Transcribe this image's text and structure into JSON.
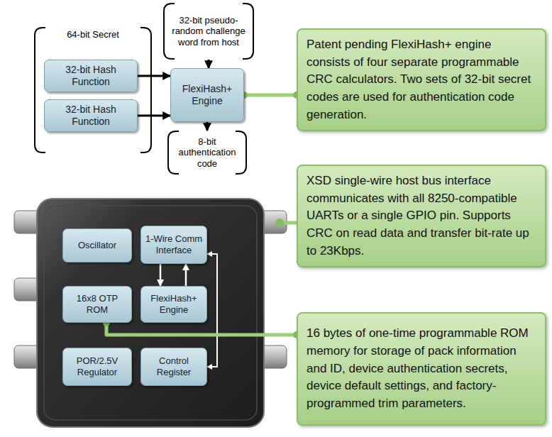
{
  "diagram": {
    "nodes": [
      {
        "text": [
          "64-bit Secret"
        ]
      },
      {
        "text": [
          "32-bit Hash Function"
        ],
        "in": 0
      },
      {
        "text": [
          "32-bit Hash Function"
        ],
        "in": 0
      },
      {
        "text": [
          "32-bit pseudo-random challenge word from host"
        ]
      },
      {
        "text": [
          "FlexiHash+ Engine"
        ]
      },
      {
        "text": [
          "8-bit authentication code"
        ]
      },
      {
        "text": [
          "Patent pending FlexiHash+ engine consists of four separate programmable CRC calculators. Two sets of 32-bit secret codes are used for authentication code generation."
        ]
      },
      {
        "text": [
          "Oscillator"
        ]
      },
      {
        "text": [
          "1-Wire Comm Interface"
        ]
      },
      {
        "text": [
          "16x8 OTP ROM"
        ]
      },
      {
        "text": [
          "FlexiHash+ Engine"
        ]
      },
      {
        "text": [
          "POR/2.5V Regulator"
        ]
      },
      {
        "text": [
          "Control Register"
        ]
      },
      {
        "text": [
          "XSD single-wire host bus interface communicates with all 8250-compatible UARTs or a single GPIO pin. Supports CRC on read data and transfer bit-rate up to 23Kbps."
        ]
      },
      {
        "text": [
          "16 bytes of one-time programmable ROM memory for storage of pack information and ID, device authentication secrets, device default settings, and factory-programmed trim parameters."
        ]
      }
    ],
    "edges": [
      {
        "from": 1,
        "to": 4,
        "arrow": "to"
      },
      {
        "from": 2,
        "to": 4,
        "arrow": "to"
      },
      {
        "from": 3,
        "to": 4,
        "arrow": "to"
      },
      {
        "from": 4,
        "to": 5,
        "arrow": "to"
      },
      {
        "from": 6,
        "to": 4,
        "arrow": "none"
      },
      {
        "from": 8,
        "to": 10,
        "arrow": "to"
      },
      {
        "from": 10,
        "to": 8,
        "arrow": "to"
      },
      {
        "from": 8,
        "to": 12,
        "arrow": "both"
      },
      {
        "from": 14,
        "to": 9,
        "arrow": "none"
      }
    ]
  }
}
